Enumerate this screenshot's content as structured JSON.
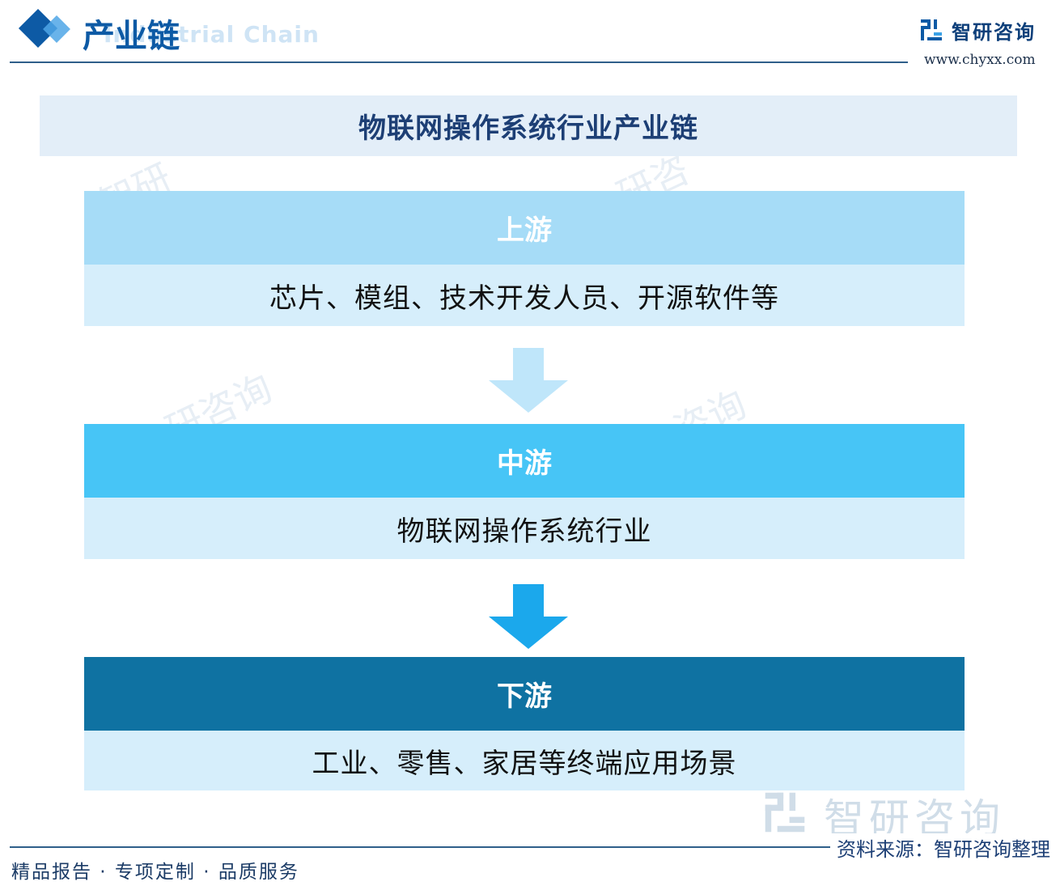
{
  "header": {
    "section_title": "产业链",
    "section_subtitle": "Industrial Chain",
    "brand_name": "智研咨询",
    "brand_url": "www.chyxx.com"
  },
  "diagram": {
    "title": "物联网操作系统行业产业链",
    "stages": [
      {
        "label": "上游",
        "content": "芯片、模组、技术开发人员、开源软件等"
      },
      {
        "label": "中游",
        "content": "物联网操作系统行业"
      },
      {
        "label": "下游",
        "content": "工业、零售、家居等终端应用场景"
      }
    ]
  },
  "footer": {
    "slogan": "精品报告 · 专项定制 · 品质服务",
    "source": "资料来源：智研咨询整理",
    "watermark_brand": "智研咨询"
  },
  "colors": {
    "primary": "#0d5aa5",
    "upstream_head": "#a6dcf7",
    "midstream_head": "#47c5f6",
    "downstream_head": "#0f72a2",
    "stage_body": "#d6eefb",
    "banner": "#e3eef8"
  }
}
